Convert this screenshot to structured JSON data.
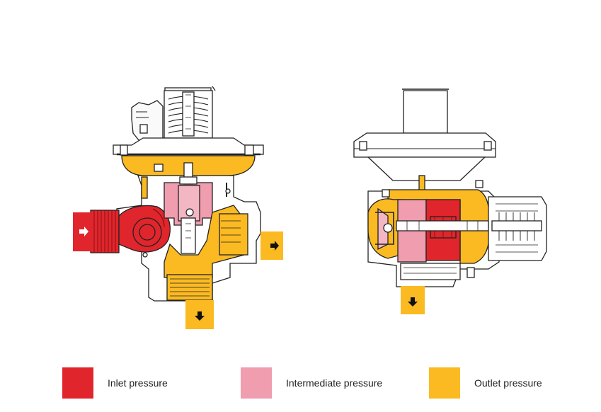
{
  "colors": {
    "inlet": "#e0262c",
    "intermediate": "#f09db0",
    "outlet": "#fbba22",
    "line": "#222222",
    "body": "#ffffff"
  },
  "legend": {
    "inlet_label": "Inlet pressure",
    "intermediate_label": "Intermediate pressure",
    "outlet_label": "Outlet pressure"
  },
  "icons": {
    "inlet_arrow": "arrow-right-icon",
    "outlet_arrow_side": "arrow-right-icon",
    "outlet_arrow_bottom": "arrow-down-icon"
  }
}
